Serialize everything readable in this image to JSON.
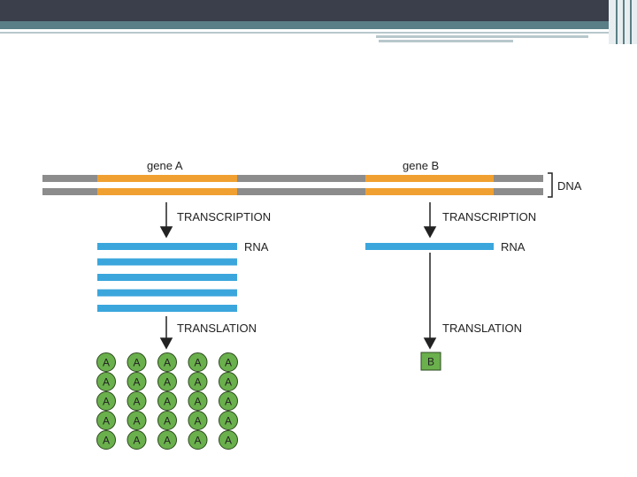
{
  "diagram": {
    "dna_label": "DNA",
    "gene_a": {
      "label": "gene A",
      "transcription_label": "TRANSCRIPTION",
      "rna_label": "RNA",
      "translation_label": "TRANSLATION",
      "protein_letter": "A",
      "rna_copies": 5,
      "protein_grid": {
        "rows": 5,
        "cols": 5
      }
    },
    "gene_b": {
      "label": "gene B",
      "transcription_label": "TRANSCRIPTION",
      "rna_label": "RNA",
      "translation_label": "TRANSLATION",
      "protein_letter": "B",
      "rna_copies": 1
    }
  },
  "colors": {
    "header_bar": "#3a3f4b",
    "header_accent": "#5a7f86",
    "dna_backbone": "#8c8c8c",
    "gene": "#f0a030",
    "rna": "#3ba6dc",
    "protein": "#6ab04c",
    "protein_outline": "#2e4a20",
    "text": "#222222"
  }
}
